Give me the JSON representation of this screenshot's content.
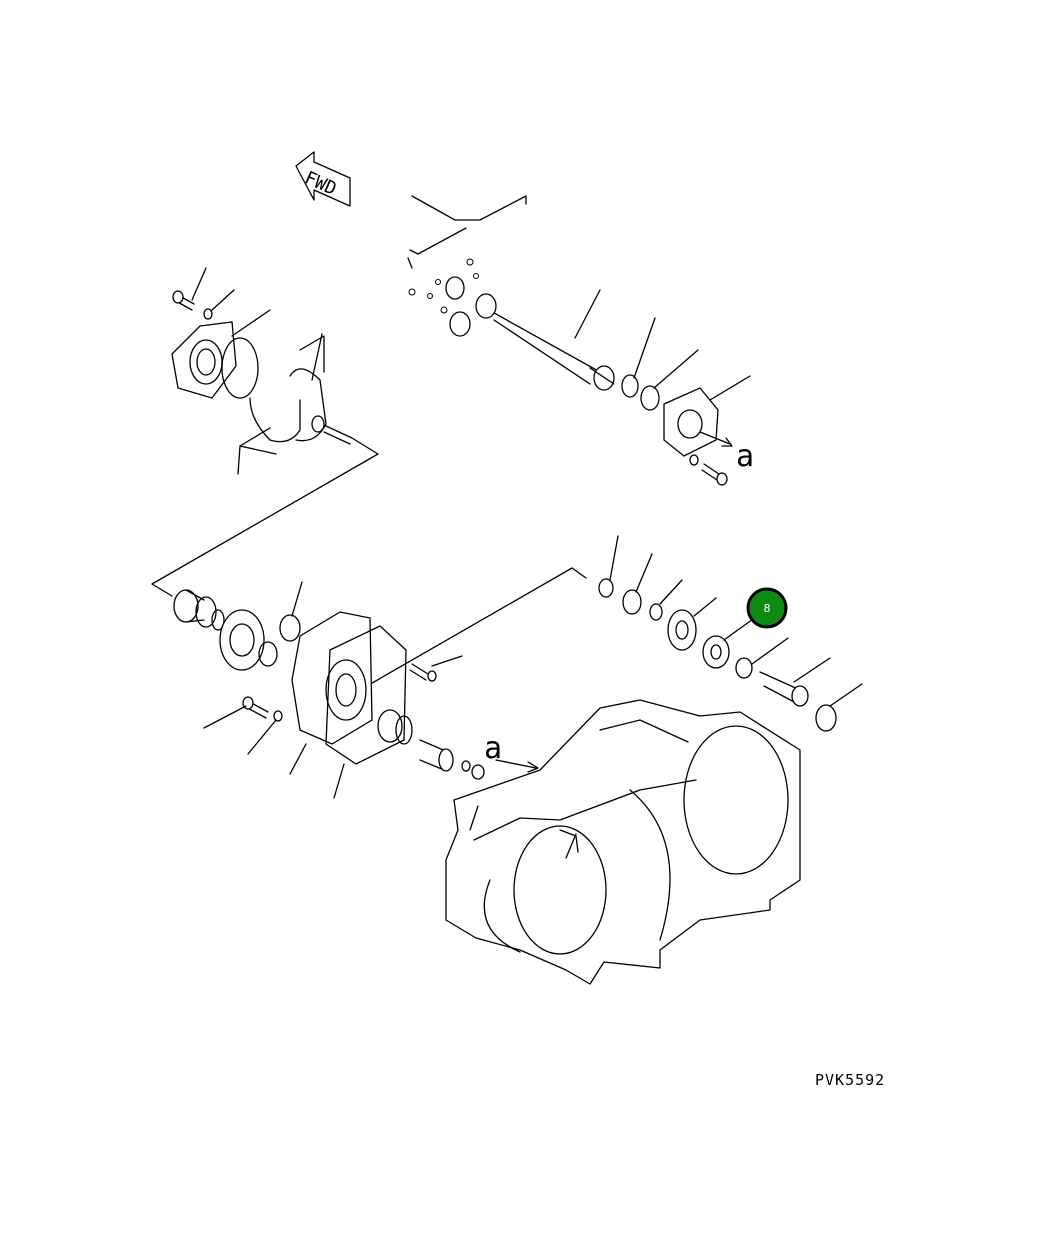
{
  "diagram": {
    "fwd_label": "FWD",
    "callout_letter_top": "a",
    "callout_letter_bottom": "a",
    "drawing_code": "PVK5592",
    "hotspot": {
      "number": "8",
      "color": "#0f8a12",
      "border_color": "#000000"
    }
  }
}
